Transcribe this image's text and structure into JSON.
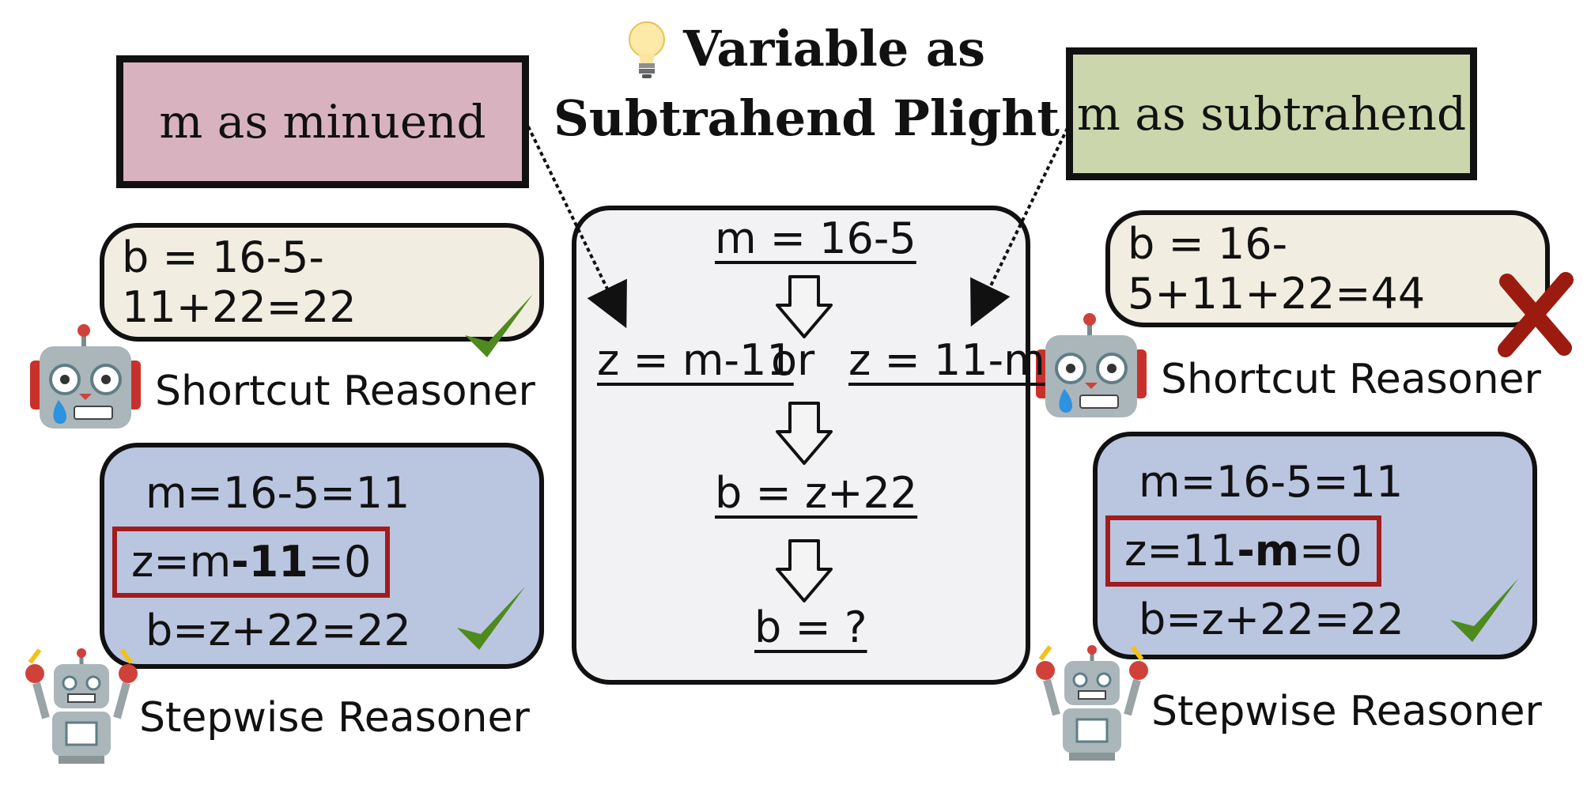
{
  "title": {
    "line1": "Variable as",
    "line2": "Subtrahend Plight",
    "icon": "lightbulb-icon"
  },
  "left": {
    "label": "m as minuend",
    "label_color": "#d8b3bf",
    "shortcut_equation": "b = 16-5-11+22=22",
    "shortcut_result": "correct",
    "shortcut_name": "Shortcut Reasoner",
    "stepwise_name": "Stepwise Reasoner",
    "steps": {
      "s1": "m=16-5=11",
      "s2_pre": "z=m",
      "s2_bold": "-11",
      "s2_post": "=0",
      "s3": "b=z+22=22"
    },
    "stepwise_result": "correct"
  },
  "right": {
    "label": "m as subtrahend",
    "label_color": "#ccd6ac",
    "shortcut_equation": "b = 16-5+11+22=44",
    "shortcut_result": "wrong",
    "shortcut_name": "Shortcut Reasoner",
    "stepwise_name": "Stepwise Reasoner",
    "steps": {
      "s1": "m=16-5=11",
      "s2_pre": "z=11",
      "s2_bold": "-m",
      "s2_post": "=0",
      "s3": "b=z+22=22"
    },
    "stepwise_result": "correct"
  },
  "center": {
    "eq1": "m = 16-5",
    "eq2a": "z = m-11",
    "eq2_or": "or",
    "eq2b": "z = 11-m",
    "eq3": "b = z+22",
    "eq4": "b = ?"
  },
  "colors": {
    "cream": "#f1eee1",
    "blue": "#bac5e0",
    "highlight_border": "#a11d1d",
    "check": "#4e8a1e",
    "cross": "#9c1b10",
    "center_bg": "#f2f1f4"
  }
}
